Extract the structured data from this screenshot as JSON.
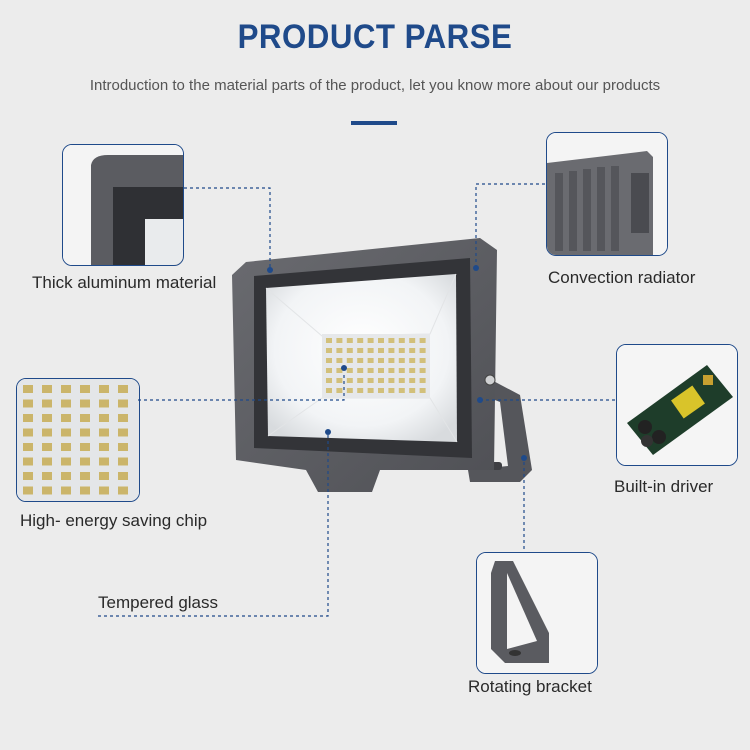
{
  "header": {
    "title": "PRODUCT PARSE",
    "subtitle": "Introduction to the material parts of the product, let you know more about our products"
  },
  "callouts": [
    {
      "label": "Thick aluminum material"
    },
    {
      "label": "Convection radiator"
    },
    {
      "label": "High- energy saving chip"
    },
    {
      "label": "Built-in driver"
    },
    {
      "label": "Tempered glass"
    },
    {
      "label": "Rotating bracket"
    }
  ],
  "colors": {
    "accent": "#1f4a8a",
    "background": "#ececec",
    "housing": "#5e5f63"
  }
}
